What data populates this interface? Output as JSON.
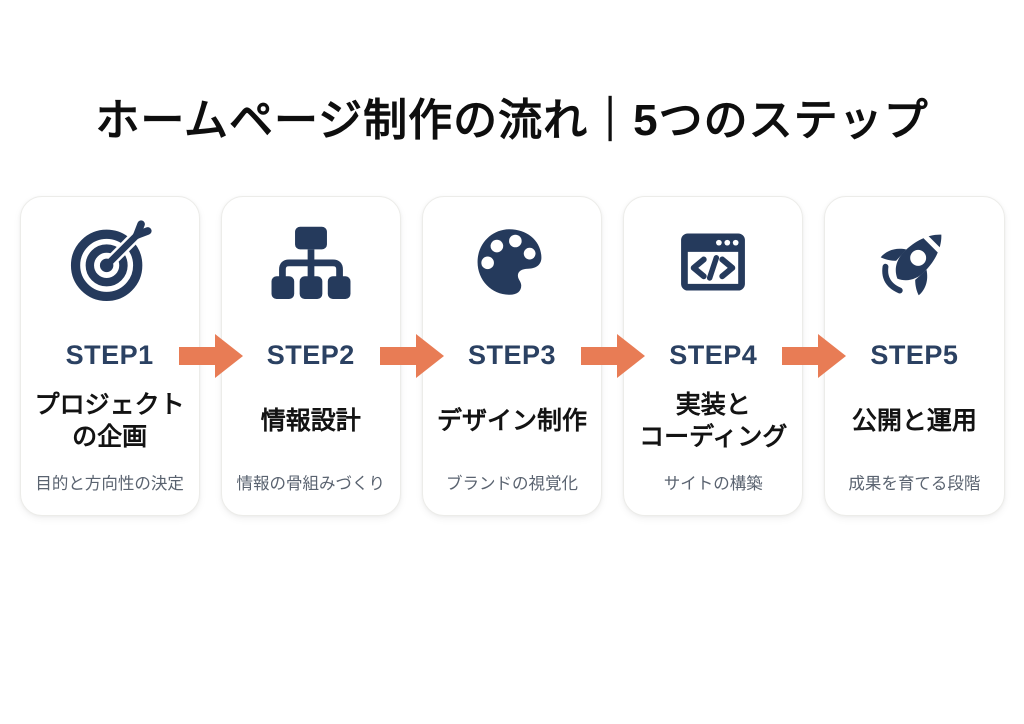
{
  "title": "ホームページ制作の流れ｜5つのステップ",
  "colors": {
    "navy_icon": "#253A5C",
    "step_label": "#2B4162",
    "accent_orange": "#E87C55",
    "heading_text": "#0E0E0E",
    "card_title_text": "#131313",
    "card_subtitle_text": "#5A6370",
    "card_background": "#FFFFFF",
    "page_background": "#FFFFFF",
    "card_border": "#ECECE9"
  },
  "steps": [
    {
      "label": "STEP1",
      "title": "プロジェクト\nの企画",
      "subtitle": "目的と方向性の決定",
      "icon": "target-icon"
    },
    {
      "label": "STEP2",
      "title": "情報設計",
      "subtitle": "情報の骨組みづくり",
      "icon": "sitemap-icon"
    },
    {
      "label": "STEP3",
      "title": "デザイン制作",
      "subtitle": "ブランドの視覚化",
      "icon": "palette-icon"
    },
    {
      "label": "STEP4",
      "title": "実装と\nコーディング",
      "subtitle": "サイトの構築",
      "icon": "code-window-icon"
    },
    {
      "label": "STEP5",
      "title": "公開と運用",
      "subtitle": "成果を育てる段階",
      "icon": "rocket-icon"
    }
  ],
  "arrow": {
    "name": "arrow-right-icon",
    "count": 4
  }
}
